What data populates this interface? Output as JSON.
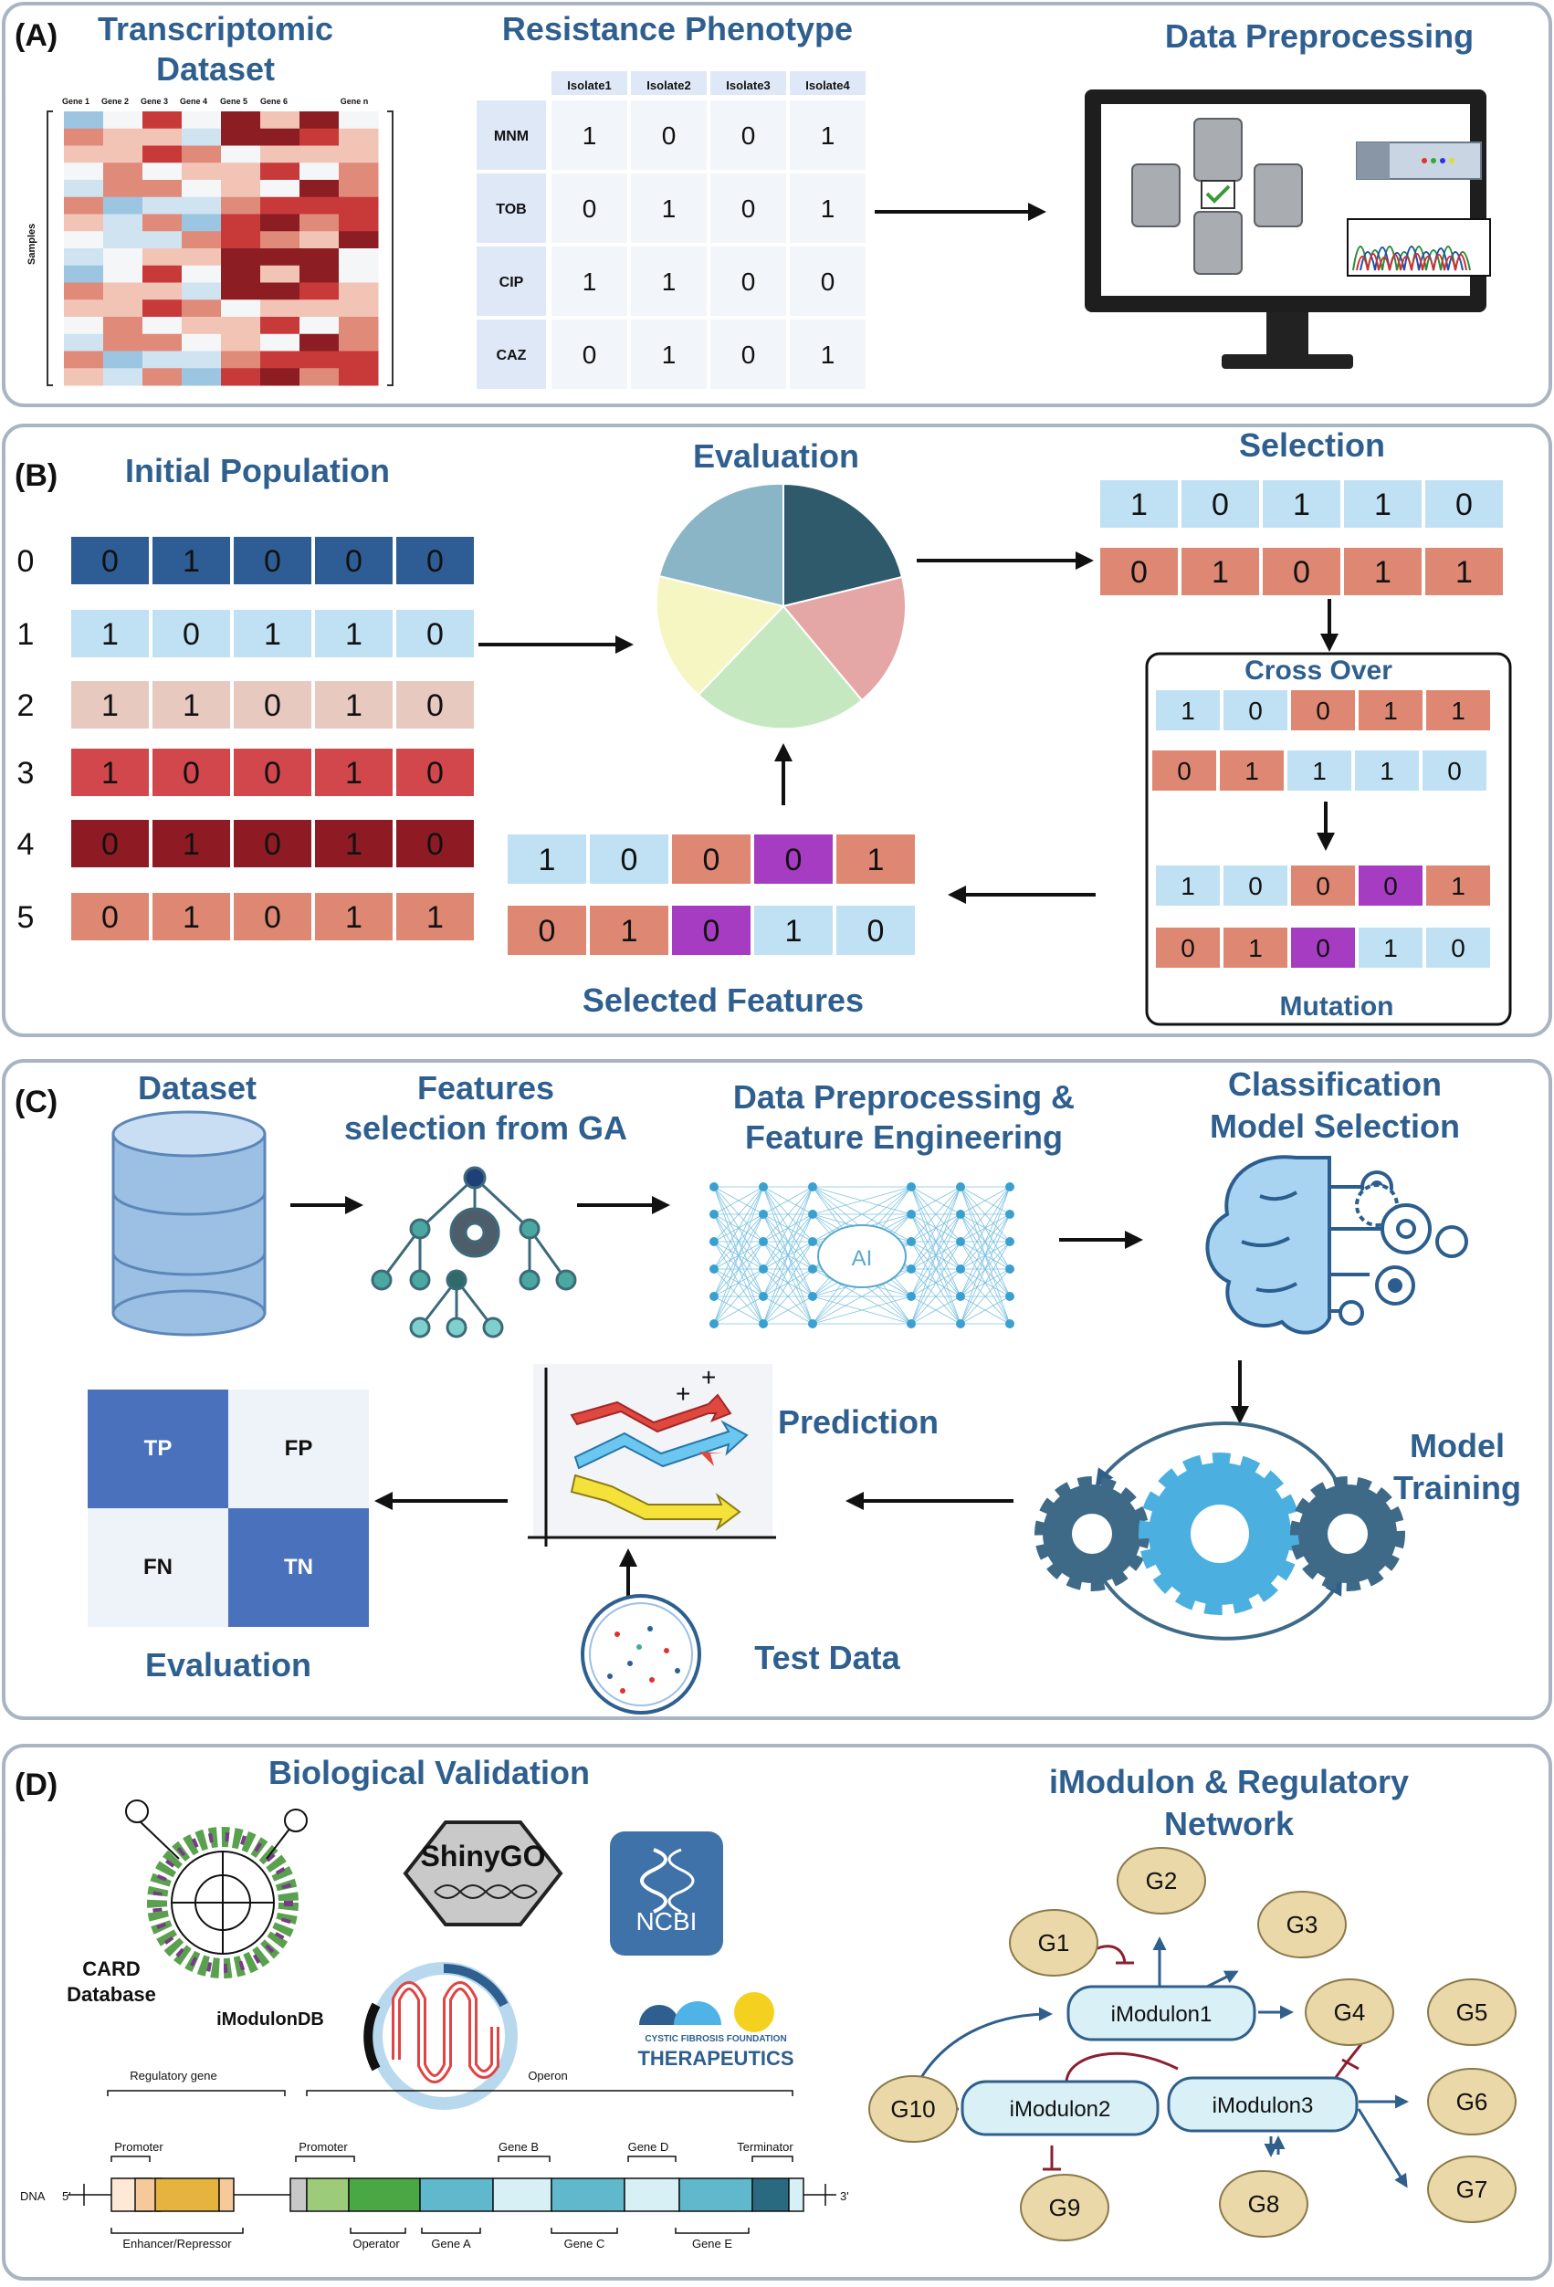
{
  "panelA": {
    "label": "(A)",
    "title_line1": "Transcriptomic",
    "title_line2": "Dataset",
    "gene_labels": [
      "Gene 1",
      "Gene 2",
      "Gene 3",
      "Gene 4",
      "Gene 5",
      "Gene 6",
      "Gene n"
    ],
    "samples_label": "Samples",
    "resistance_title": "Resistance Phenotype",
    "table": {
      "headers": [
        "Isolate1",
        "Isolate2",
        "Isolate3",
        "Isolate4"
      ],
      "rows": [
        {
          "drug": "MNM",
          "values": [
            "1",
            "0",
            "0",
            "1"
          ]
        },
        {
          "drug": "TOB",
          "values": [
            "0",
            "1",
            "0",
            "1"
          ]
        },
        {
          "drug": "CIP",
          "values": [
            "1",
            "1",
            "0",
            "0"
          ]
        },
        {
          "drug": "CAZ",
          "values": [
            "0",
            "1",
            "0",
            "1"
          ]
        }
      ]
    },
    "preprocessing_title": "Data Preprocessing"
  },
  "panelB": {
    "label": "(B)",
    "initial_title": "Initial Population",
    "row_indices": [
      "0",
      "1",
      "2",
      "3",
      "4",
      "5"
    ],
    "population": [
      [
        "0",
        "1",
        "0",
        "0",
        "0"
      ],
      [
        "1",
        "0",
        "1",
        "1",
        "0"
      ],
      [
        "1",
        "1",
        "0",
        "1",
        "0"
      ],
      [
        "1",
        "0",
        "0",
        "1",
        "0"
      ],
      [
        "0",
        "1",
        "0",
        "1",
        "0"
      ],
      [
        "0",
        "1",
        "0",
        "1",
        "1"
      ]
    ],
    "evaluation_title": "Evaluation",
    "selection_title": "Selection",
    "selection": [
      [
        "1",
        "0",
        "1",
        "1",
        "0"
      ],
      [
        "0",
        "1",
        "0",
        "1",
        "1"
      ]
    ],
    "crossover_title": "Cross Over",
    "crossover": [
      [
        "1",
        "0",
        "0",
        "1",
        "1"
      ],
      [
        "0",
        "1",
        "1",
        "1",
        "0"
      ]
    ],
    "mutation": [
      [
        "1",
        "0",
        "0",
        "0",
        "1"
      ],
      [
        "0",
        "1",
        "0",
        "1",
        "0"
      ]
    ],
    "mutation_title": "Mutation",
    "selected": [
      [
        "1",
        "0",
        "0",
        "0",
        "1"
      ],
      [
        "0",
        "1",
        "0",
        "1",
        "0"
      ]
    ],
    "selected_title": "Selected Features"
  },
  "panelC": {
    "label": "(C)",
    "dataset_title": "Dataset",
    "features_line1": "Features",
    "features_line2": "selection from GA",
    "prep_line1": "Data Preprocessing &",
    "prep_line2": "Feature Engineering",
    "ai_label": "AI",
    "class_line1": "Classification",
    "class_line2": "Model Selection",
    "training_line1": "Model",
    "training_line2": "Training",
    "prediction_title": "Prediction",
    "testdata_title": "Test Data",
    "evaluation_title": "Evaluation",
    "confusion": [
      "TP",
      "FP",
      "FN",
      "TN"
    ]
  },
  "panelD": {
    "label": "(D)",
    "bio_title": "Biological Validation",
    "card_line1": "CARD",
    "card_line2": "Database",
    "shinygo": "ShinyGO",
    "ncbi": "NCBI",
    "imodulondb": "iModulonDB",
    "cff_line1": "CYSTIC FIBROSIS FOUNDATION",
    "cff_line2": "THERAPEUTICS",
    "regulatory_gene": "Regulatory gene",
    "operon": "Operon",
    "promoter": "Promoter",
    "promoter2": "Promoter",
    "gene_b": "Gene B",
    "gene_d": "Gene D",
    "terminator": "Terminator",
    "dna": "DNA",
    "five_prime": "5'",
    "three_prime": "3'",
    "enhancer": "Enhancer/Repressor",
    "operator": "Operator",
    "gene_a": "Gene A",
    "gene_c": "Gene C",
    "gene_e": "Gene E",
    "imodulon_line1": "iModulon & Regulatory",
    "imodulon_line2": "Network",
    "imodulons": [
      "iModulon1",
      "iModulon2",
      "iModulon3"
    ],
    "genes": [
      "G1",
      "G2",
      "G3",
      "G4",
      "G5",
      "G6",
      "G7",
      "G8",
      "G9",
      "G10"
    ]
  }
}
